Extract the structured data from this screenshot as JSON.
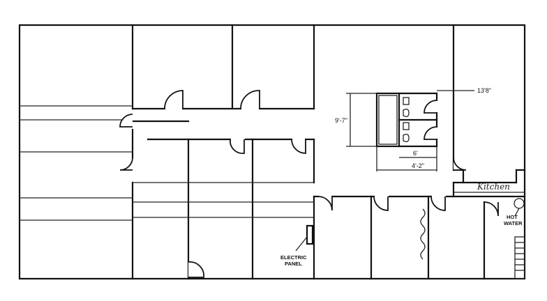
{
  "dimensions": {
    "width_label": "13'8\"",
    "height_label": "9'-7\"",
    "fixture_label": "6'",
    "depth_label": "4'-2\""
  },
  "labels": {
    "electric_panel_line1": "ELECTRIC",
    "electric_panel_line2": "PANEL",
    "hot_water_line1": "HOT",
    "hot_water_line2": "WATER",
    "kitchen": "Kitchen"
  },
  "colors": {
    "line": "#111111",
    "background": "#ffffff"
  }
}
